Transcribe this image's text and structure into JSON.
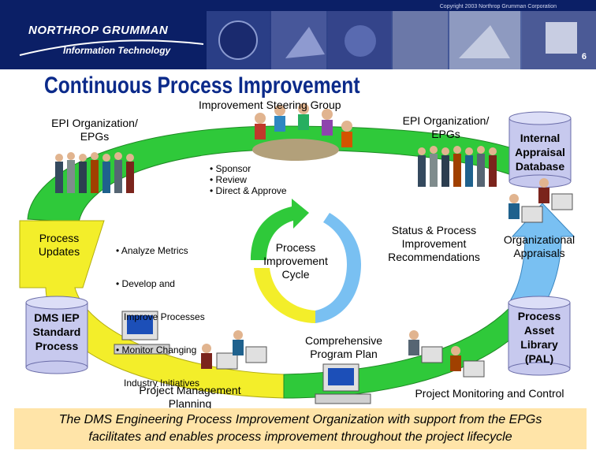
{
  "header": {
    "copyright": "Copyright 2003 Northrop Grumman Corporation",
    "logo_text": "NORTHROP GRUMMAN",
    "logo_subtext": "Information Technology",
    "slide_number": "6",
    "banner_color": "#0b1f66"
  },
  "slide": {
    "title": "Continuous Process Improvement",
    "subtitle": "Improvement Steering Group"
  },
  "diagram": {
    "top_left_label": "EPI Organization/ EPGs",
    "top_right_label": "EPI Organization/ EPGs",
    "steering_items": [
      "• Sponsor",
      "• Review",
      "• Direct & Approve"
    ],
    "process_updates": "Process Updates",
    "epg_tasks": [
      "• Analyze Metrics",
      "• Develop and",
      "   Improve Processes",
      "• Monitor Changing",
      "   Industry Initiatives"
    ],
    "cycle_label": "Process Improvement Cycle",
    "status_recommendations": "Status & Process Improvement Recommendations",
    "org_appraisals": "Organizational Appraisals",
    "comprehensive_plan": "Comprehensive Program Plan",
    "project_management": "Project Management Planning",
    "project_monitoring": "Project Monitoring and Control",
    "cylinders": {
      "internal_db": "Internal Appraisal Database",
      "dms_iep": "DMS IEP Standard Process",
      "pal": "Process Asset Library (PAL)"
    },
    "colors": {
      "arc_green": "#2fc93a",
      "arc_yellow": "#f3ee2a",
      "arc_blue": "#79c0f2",
      "cylinder": "#c7c9ee",
      "title": "#0b2a8a"
    }
  },
  "footer": {
    "line1": "The DMS Engineering Process Improvement Organization with support from the EPGs",
    "line2": "facilitates and enables process improvement throughout the project lifecycle"
  }
}
